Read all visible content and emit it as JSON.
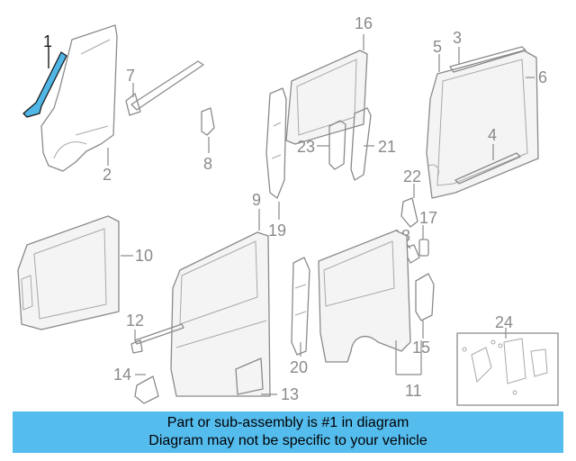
{
  "callouts": {
    "c1": "1",
    "c2": "2",
    "c3": "3",
    "c4": "4",
    "c5": "5",
    "c6": "6",
    "c7": "7",
    "c8": "8",
    "c9": "9",
    "c10": "10",
    "c11": "11",
    "c12": "12",
    "c13": "13",
    "c14": "14",
    "c15": "15",
    "c16": "16",
    "c17": "17",
    "c18": "18",
    "c19": "19",
    "c20": "20",
    "c21": "21",
    "c22": "22",
    "c23": "23",
    "c24": "24"
  },
  "highlighted_part": "1",
  "colors": {
    "highlight": "#4fb6e6",
    "banner": "#55bcee",
    "line": "#8a8a8a"
  },
  "banner": {
    "line1": "Part or sub-assembly is #1 in diagram",
    "line2": "Diagram may not be specific to your vehicle"
  }
}
